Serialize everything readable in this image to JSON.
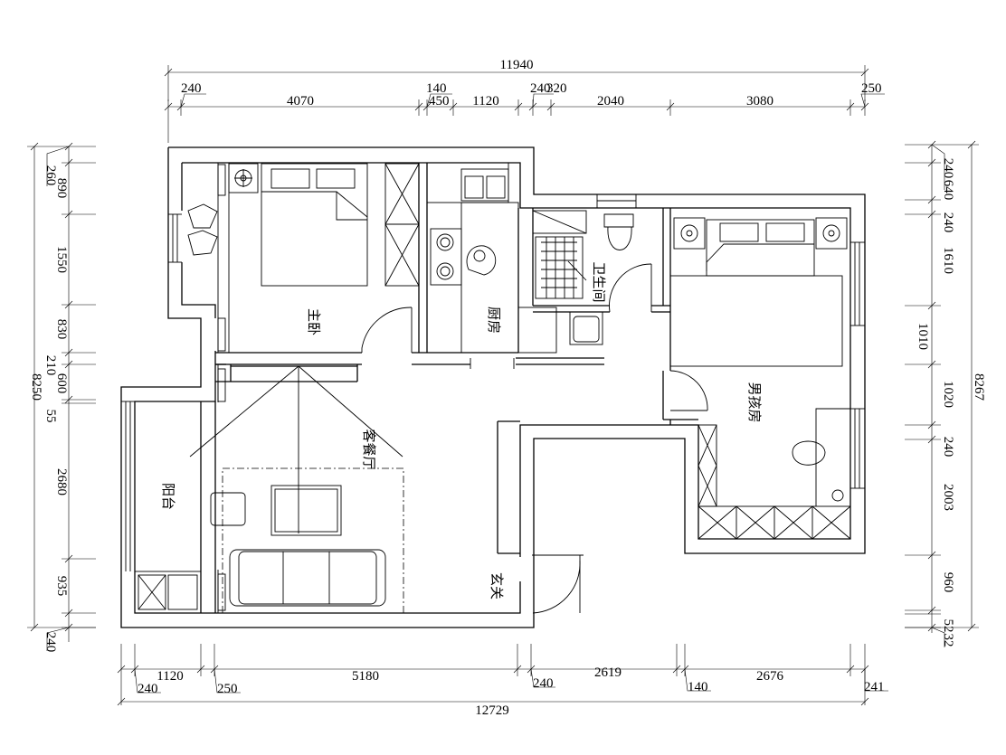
{
  "rooms": {
    "master_bedroom": "主卧",
    "kitchen": "厨房",
    "bathroom": "卫生间",
    "living_dining": "客餐厅",
    "balcony": "阳台",
    "boys_room": "男孩房",
    "entrance": "玄关"
  },
  "dims_top": {
    "overall": "11940",
    "segments": [
      "240",
      "4070",
      "140",
      "450",
      "1120",
      "240",
      "320",
      "2040",
      "3080",
      "250"
    ]
  },
  "dims_bottom": {
    "overall": "12729",
    "segments": [
      "240",
      "1120",
      "250",
      "5180",
      "240",
      "2619",
      "140",
      "2676",
      "241"
    ]
  },
  "dims_left": {
    "overall": "8250",
    "segments": [
      "260",
      "890",
      "1550",
      "830",
      "210",
      "600",
      "55",
      "2680",
      "935",
      "240"
    ]
  },
  "dims_right": {
    "overall": "8267",
    "segments": [
      "240",
      "640",
      "240",
      "1610",
      "1010",
      "1020",
      "240",
      "2003",
      "960",
      "52",
      "32"
    ]
  }
}
